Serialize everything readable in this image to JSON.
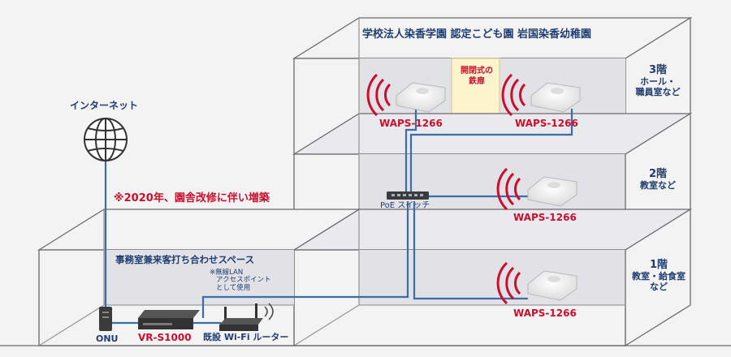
{
  "title": "学校法人染香学園 認定こども園 岩国染香幼稚園",
  "floors": [
    {
      "num": "3階",
      "rooms": [
        "ホール・",
        "職員室など"
      ]
    },
    {
      "num": "2階",
      "rooms": [
        "教室など"
      ]
    },
    {
      "num": "1階",
      "rooms": [
        "教室・給食室",
        "など"
      ]
    }
  ],
  "door_label": [
    "開閉式の",
    "鉄扉"
  ],
  "internet_label": "インターネット",
  "expansion_note": "※2020年、園舎改修に伴い増築",
  "office_label": "事務室兼来客打ち合わせスペース",
  "lan_note": [
    "※無線LAN",
    "アクセスポイント",
    "として使用"
  ],
  "switch_label": "PoE スイッチ",
  "ap_labels": [
    "WAPS-1266",
    "WAPS-1266",
    "WAPS-1266",
    "WAPS-1266"
  ],
  "onu_label": "ONU",
  "router_label": "VR-S1000",
  "wifi_router_label": "既設 Wi-Fi ルーター",
  "colors": {
    "cable": "#3a6ea8",
    "accent": "#c8102e",
    "text": "#1f3d70",
    "wall": "#6b6b6b",
    "door": "#fbf4cd"
  }
}
